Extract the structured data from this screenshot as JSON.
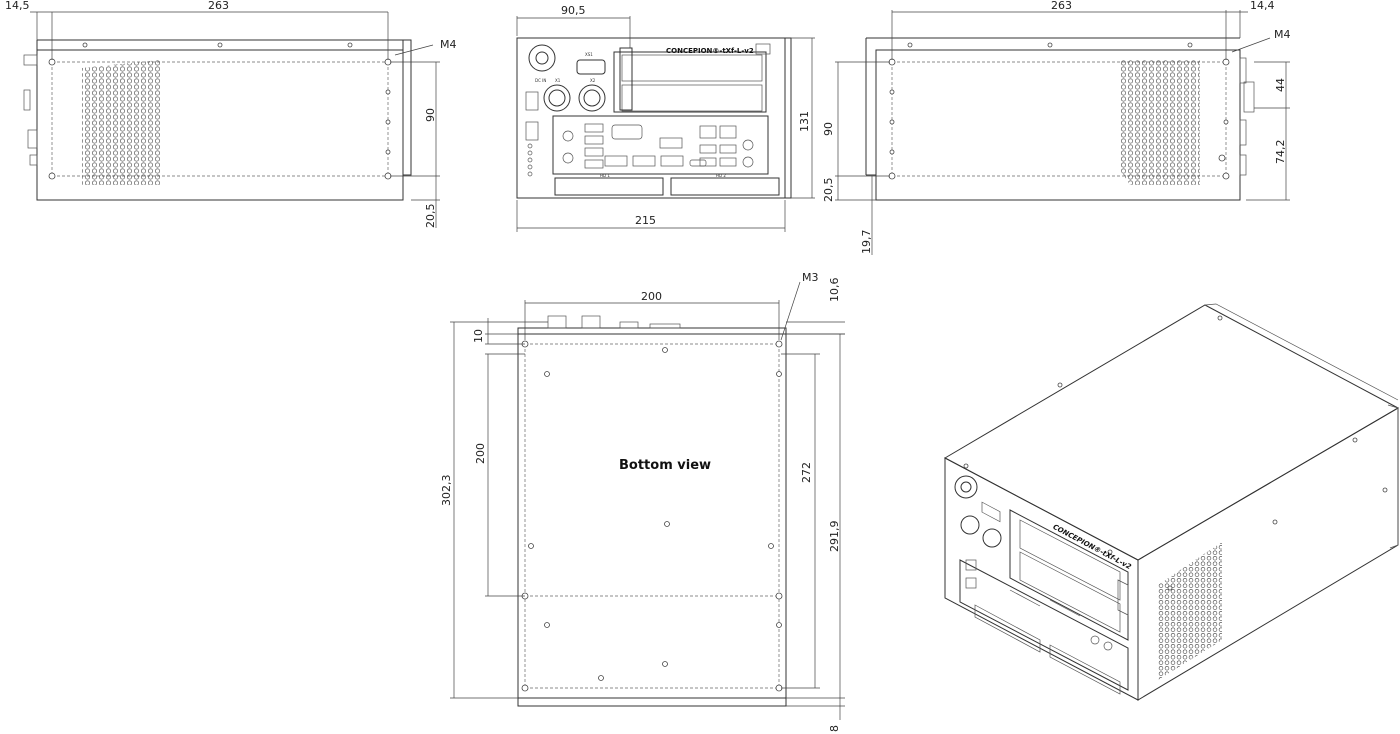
{
  "dims": {
    "left_top_offset": "14,5",
    "left_top_length": "263",
    "left_thread": "M4",
    "left_height": "90",
    "left_bottom": "20,5",
    "front_width_top": "90,5",
    "front_height": "131",
    "front_width": "215",
    "right_top_length": "263",
    "right_top_offset": "14,4",
    "right_thread": "M4",
    "right_h90": "90",
    "right_h20": "20,5",
    "right_h19": "19,7",
    "right_h44": "44",
    "right_h74": "74,2",
    "bottom_width": "200",
    "bottom_thread": "M3",
    "bottom_top": "10,6",
    "bottom_10": "10",
    "bottom_200": "200",
    "bottom_302": "302,3",
    "bottom_272": "272",
    "bottom_291": "291,9",
    "bottom_8": "8"
  },
  "labels": {
    "bottom_view": "Bottom view",
    "brand_front": "CONCEPION®-tXf-L-v2",
    "brand_iso": "CONCEPION®-tXf-L-v2",
    "front_xs1": "XS1",
    "front_dc": "DC IN",
    "front_x1": "X1",
    "front_x2": "X2",
    "front_hd1": "HD 1",
    "front_hd2": "HD 2"
  },
  "colors": {
    "line": "#333333",
    "background": "#ffffff"
  }
}
